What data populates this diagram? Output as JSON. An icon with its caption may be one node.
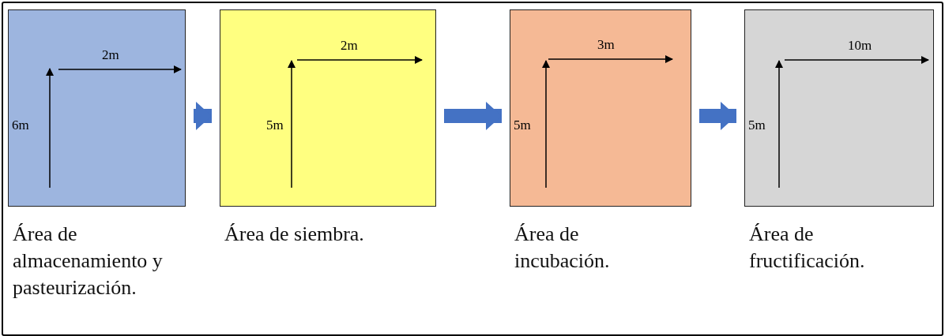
{
  "diagram": {
    "nodes": [
      {
        "text": [
          "Área de almacenamiento y pasteurización."
        ]
      },
      {
        "text": [
          "Área de siembra."
        ]
      },
      {
        "text": [
          "Área de incubación."
        ]
      },
      {
        "text": [
          "Área de fructificación."
        ]
      }
    ],
    "edges": [
      {
        "from": 0,
        "to": 1,
        "arrow": "to"
      },
      {
        "from": 1,
        "to": 2,
        "arrow": "to"
      },
      {
        "from": 2,
        "to": 3,
        "arrow": "to"
      }
    ],
    "labels": [
      "2m",
      "6m",
      "2m",
      "5m",
      "3m",
      "5m",
      "10m",
      "5m"
    ]
  }
}
